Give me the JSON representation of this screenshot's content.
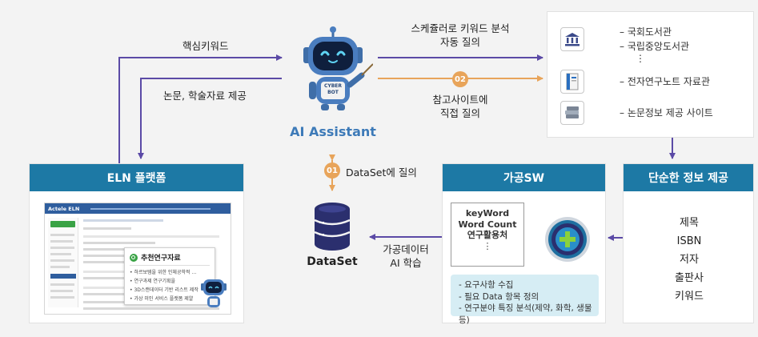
{
  "assistant": {
    "name": "AI Assistant",
    "robot_text": "CYBER BOT"
  },
  "arrows": {
    "core_keyword": "핵심키워드",
    "paper_provision": "논문, 학술자료 제공",
    "schedule_query": [
      "스케쥴러로 키워드 분석",
      "자동 질의"
    ],
    "ref_site_query": [
      "참고사이트에",
      "직접 질의"
    ],
    "dataset_query": "DataSet에 질의",
    "processed_data": [
      "가공데이터",
      "AI 학습"
    ]
  },
  "badges": {
    "b01": "01",
    "b02": "02"
  },
  "sources": {
    "items": [
      "– 국회도서관",
      "– 국립중앙도서관",
      "– 전자연구노트 자료관",
      "– 논문정보 제공 사이트"
    ],
    "ellipsis": "⋮"
  },
  "eln": {
    "title": "ELN 플랫폼",
    "logo": "Actele ELN",
    "popup_title": "추천연구자료",
    "popup_items": [
      "• 하르보템을 위한 인체공학적 …",
      "• 연구과제 연구기획을",
      "• 3D스캔데이터 기반 리스트 제작",
      "• 가상 미인 서비스 플랫폼 제얄"
    ]
  },
  "dataset": {
    "label": "DataSet"
  },
  "sw": {
    "title": "가공SW",
    "keyword_box": [
      "keyWord",
      "Word Count",
      "연구활용처",
      "⋮"
    ],
    "requirements": [
      "- 요구사항 수집",
      "- 필요 Data 항목 정의",
      "- 연구분야 특징 분석(제약, 화학, 생물 등)"
    ]
  },
  "info": {
    "title": "단순한 정보 제공",
    "fields": [
      "제목",
      "ISBN",
      "저자",
      "출판사",
      "키워드"
    ]
  },
  "colors": {
    "purple": "#5b4aa6",
    "orange": "#e8a45a",
    "blue_header": "#1d79a5",
    "assistant_text": "#3d7ab8"
  }
}
